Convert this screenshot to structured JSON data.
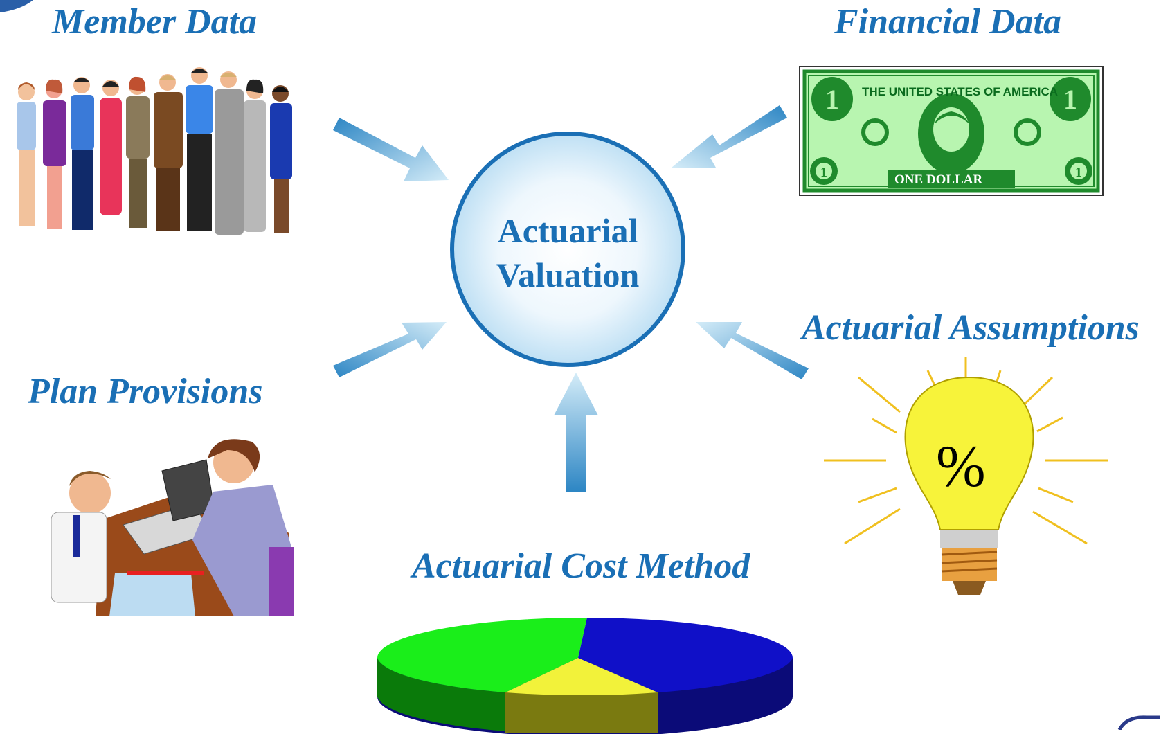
{
  "labels": {
    "member_data": "Member Data",
    "financial_data": "Financial Data",
    "plan_provisions": "Plan Provisions",
    "actuarial_assumptions": "Actuarial Assumptions",
    "actuarial_cost_method": "Actuarial Cost Method"
  },
  "center": {
    "line1": "Actuarial",
    "line2": "Valuation"
  },
  "bill": {
    "top_text": "THE UNITED STATES OF AMERICA",
    "bottom_text": "ONE DOLLAR",
    "corner_numeral": "1"
  },
  "bulb": {
    "symbol": "%"
  },
  "colors": {
    "label_blue": "#1a6fb5",
    "circle_border": "#1a6fb5",
    "bill_green": "#1f8a2c",
    "bulb_yellow": "#f7f33a",
    "pie_green": "#1aee1a",
    "pie_blue": "#1010c8",
    "pie_yellow": "#f2f23a"
  }
}
